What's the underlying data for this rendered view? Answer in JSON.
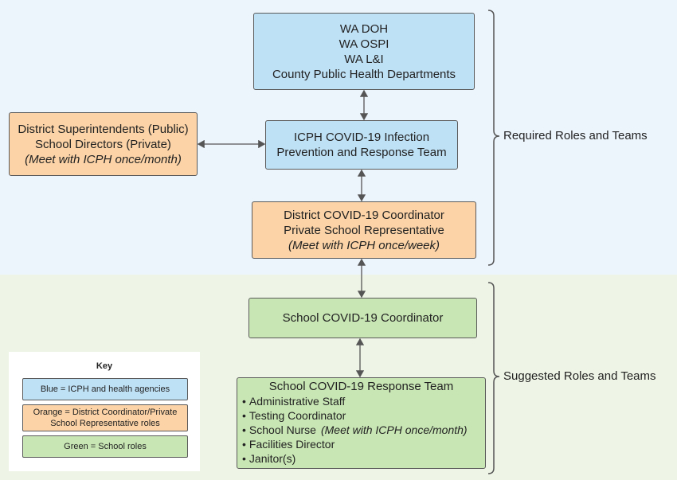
{
  "boxes": {
    "agencies": [
      "WA DOH",
      "WA OSPI",
      "WA L&I",
      "County Public Health Departments"
    ],
    "superintendents": [
      "District Superintendents (Public)",
      "School Directors (Private)",
      "(Meet with ICPH once/month)"
    ],
    "icph_team": [
      "ICPH COVID-19 Infection",
      "Prevention and Response Team"
    ],
    "district_coordinator": [
      "District COVID-19 Coordinator",
      "Private School Representative",
      "(Meet with ICPH once/week)"
    ],
    "school_coordinator": [
      "School COVID-19 Coordinator"
    ],
    "response_team": {
      "title": "School COVID-19 Response Team",
      "members": [
        {
          "name": "Administrative Staff",
          "note": ""
        },
        {
          "name": "Testing Coordinator",
          "note": ""
        },
        {
          "name": "School Nurse",
          "note": "(Meet with ICPH once/month)"
        },
        {
          "name": "Facilities Director",
          "note": ""
        },
        {
          "name": "Janitor(s)",
          "note": ""
        }
      ]
    }
  },
  "brackets": {
    "required": "Required Roles and Teams",
    "suggested": "Suggested Roles and Teams"
  },
  "key": {
    "title": "Key",
    "items": [
      {
        "lines": [
          "Blue = ICPH and health agencies"
        ],
        "color": "#bfe1f6"
      },
      {
        "lines": [
          "Orange = District Coordinator/Private",
          "School Representative roles"
        ],
        "color": "#fbd3a6"
      },
      {
        "lines": [
          "Green = School roles"
        ],
        "color": "#c8e6b4"
      }
    ]
  },
  "colors": {
    "blue_band": "#ecf4fc",
    "green_band": "#eef5e6",
    "blue_box": "#bfe1f6",
    "orange_box": "#fbd3a6",
    "green_box": "#c8e6b4"
  }
}
